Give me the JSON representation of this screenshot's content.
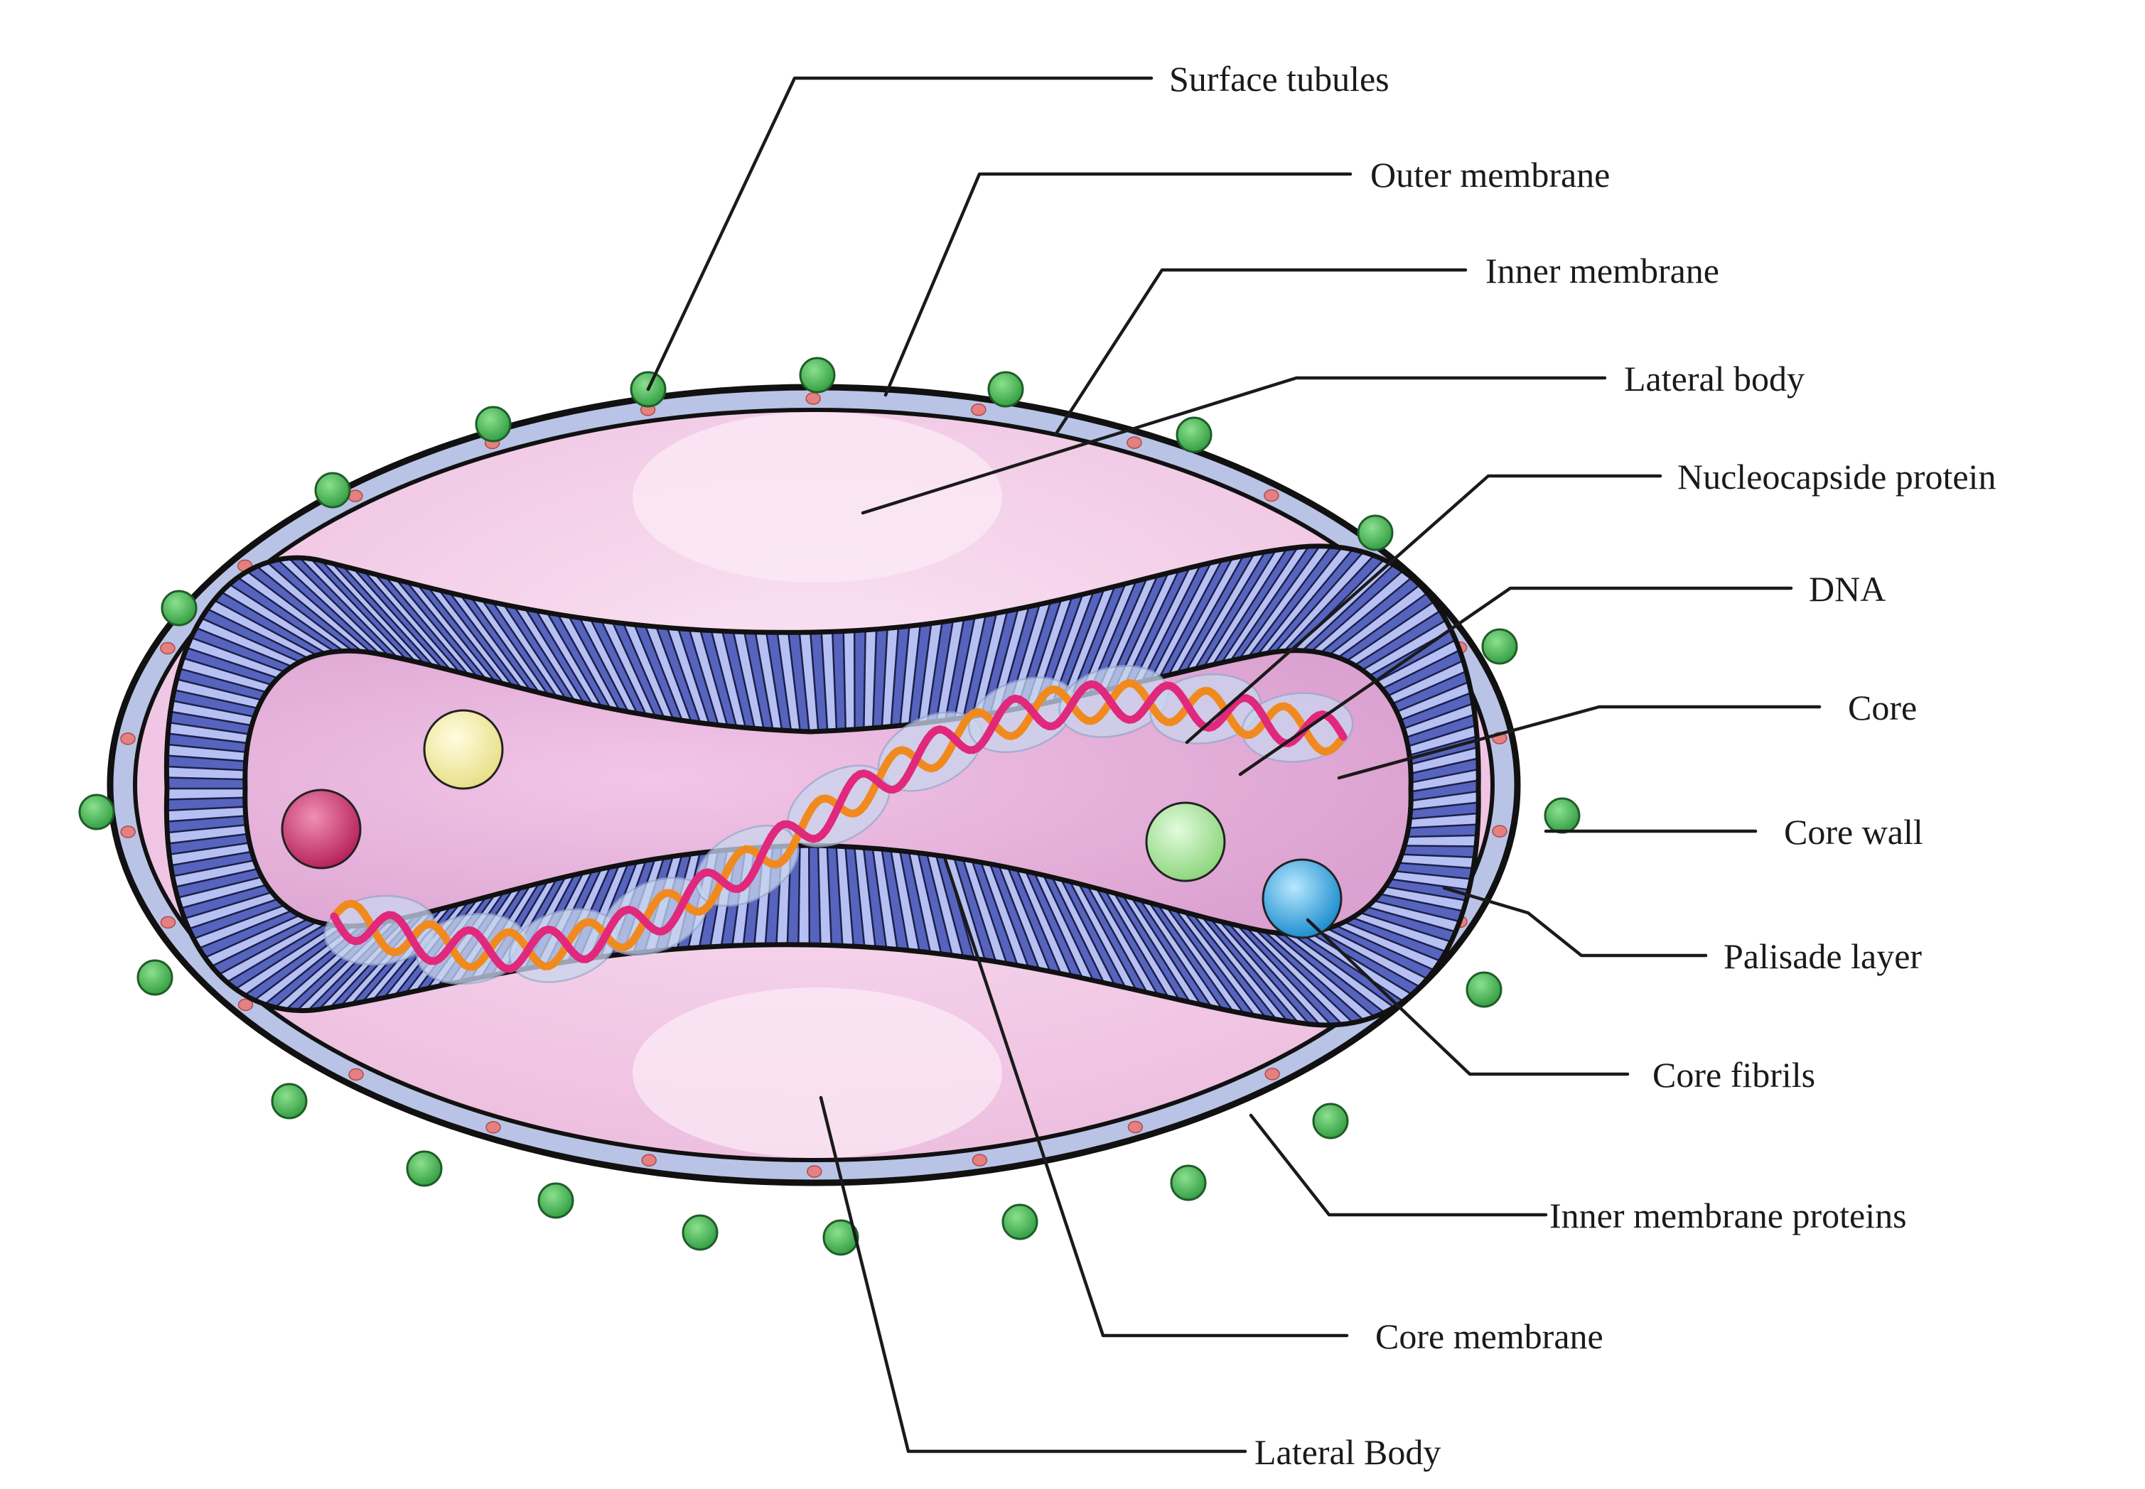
{
  "labels": {
    "surface_tubules": "Surface tubules",
    "outer_membrane": "Outer membrane",
    "inner_membrane": "Inner membrane",
    "lateral_body_top": "Lateral body",
    "nucleocapside_protein": "Nucleocapside protein",
    "dna": "DNA",
    "core": "Core",
    "core_wall": "Core wall",
    "palisade_layer": "Palisade layer",
    "core_fibrils": "Core fibrils",
    "inner_membrane_proteins": "Inner membrane proteins",
    "core_membrane": "Core membrane",
    "lateral_body_bottom": "Lateral Body"
  },
  "colors": {
    "outer_shell": "#b9c3e6",
    "outline": "#111111",
    "lateral_body_fill": "#f2c8e4",
    "core_fill": "#e3aad7",
    "palisade_dark": "#5664be",
    "palisade_light": "#b6c0f2",
    "surface_tubule": "#3ba746",
    "membrane_protein": "#e58080",
    "dna_strand_a": "#e0287c",
    "dna_strand_b": "#f08a1e",
    "nucleocapsid": "#c9d6ee",
    "granule_red": "#c9346e",
    "granule_yellow": "#f1eca2",
    "granule_green": "#a9e69d",
    "granule_blue": "#3fa8de"
  }
}
